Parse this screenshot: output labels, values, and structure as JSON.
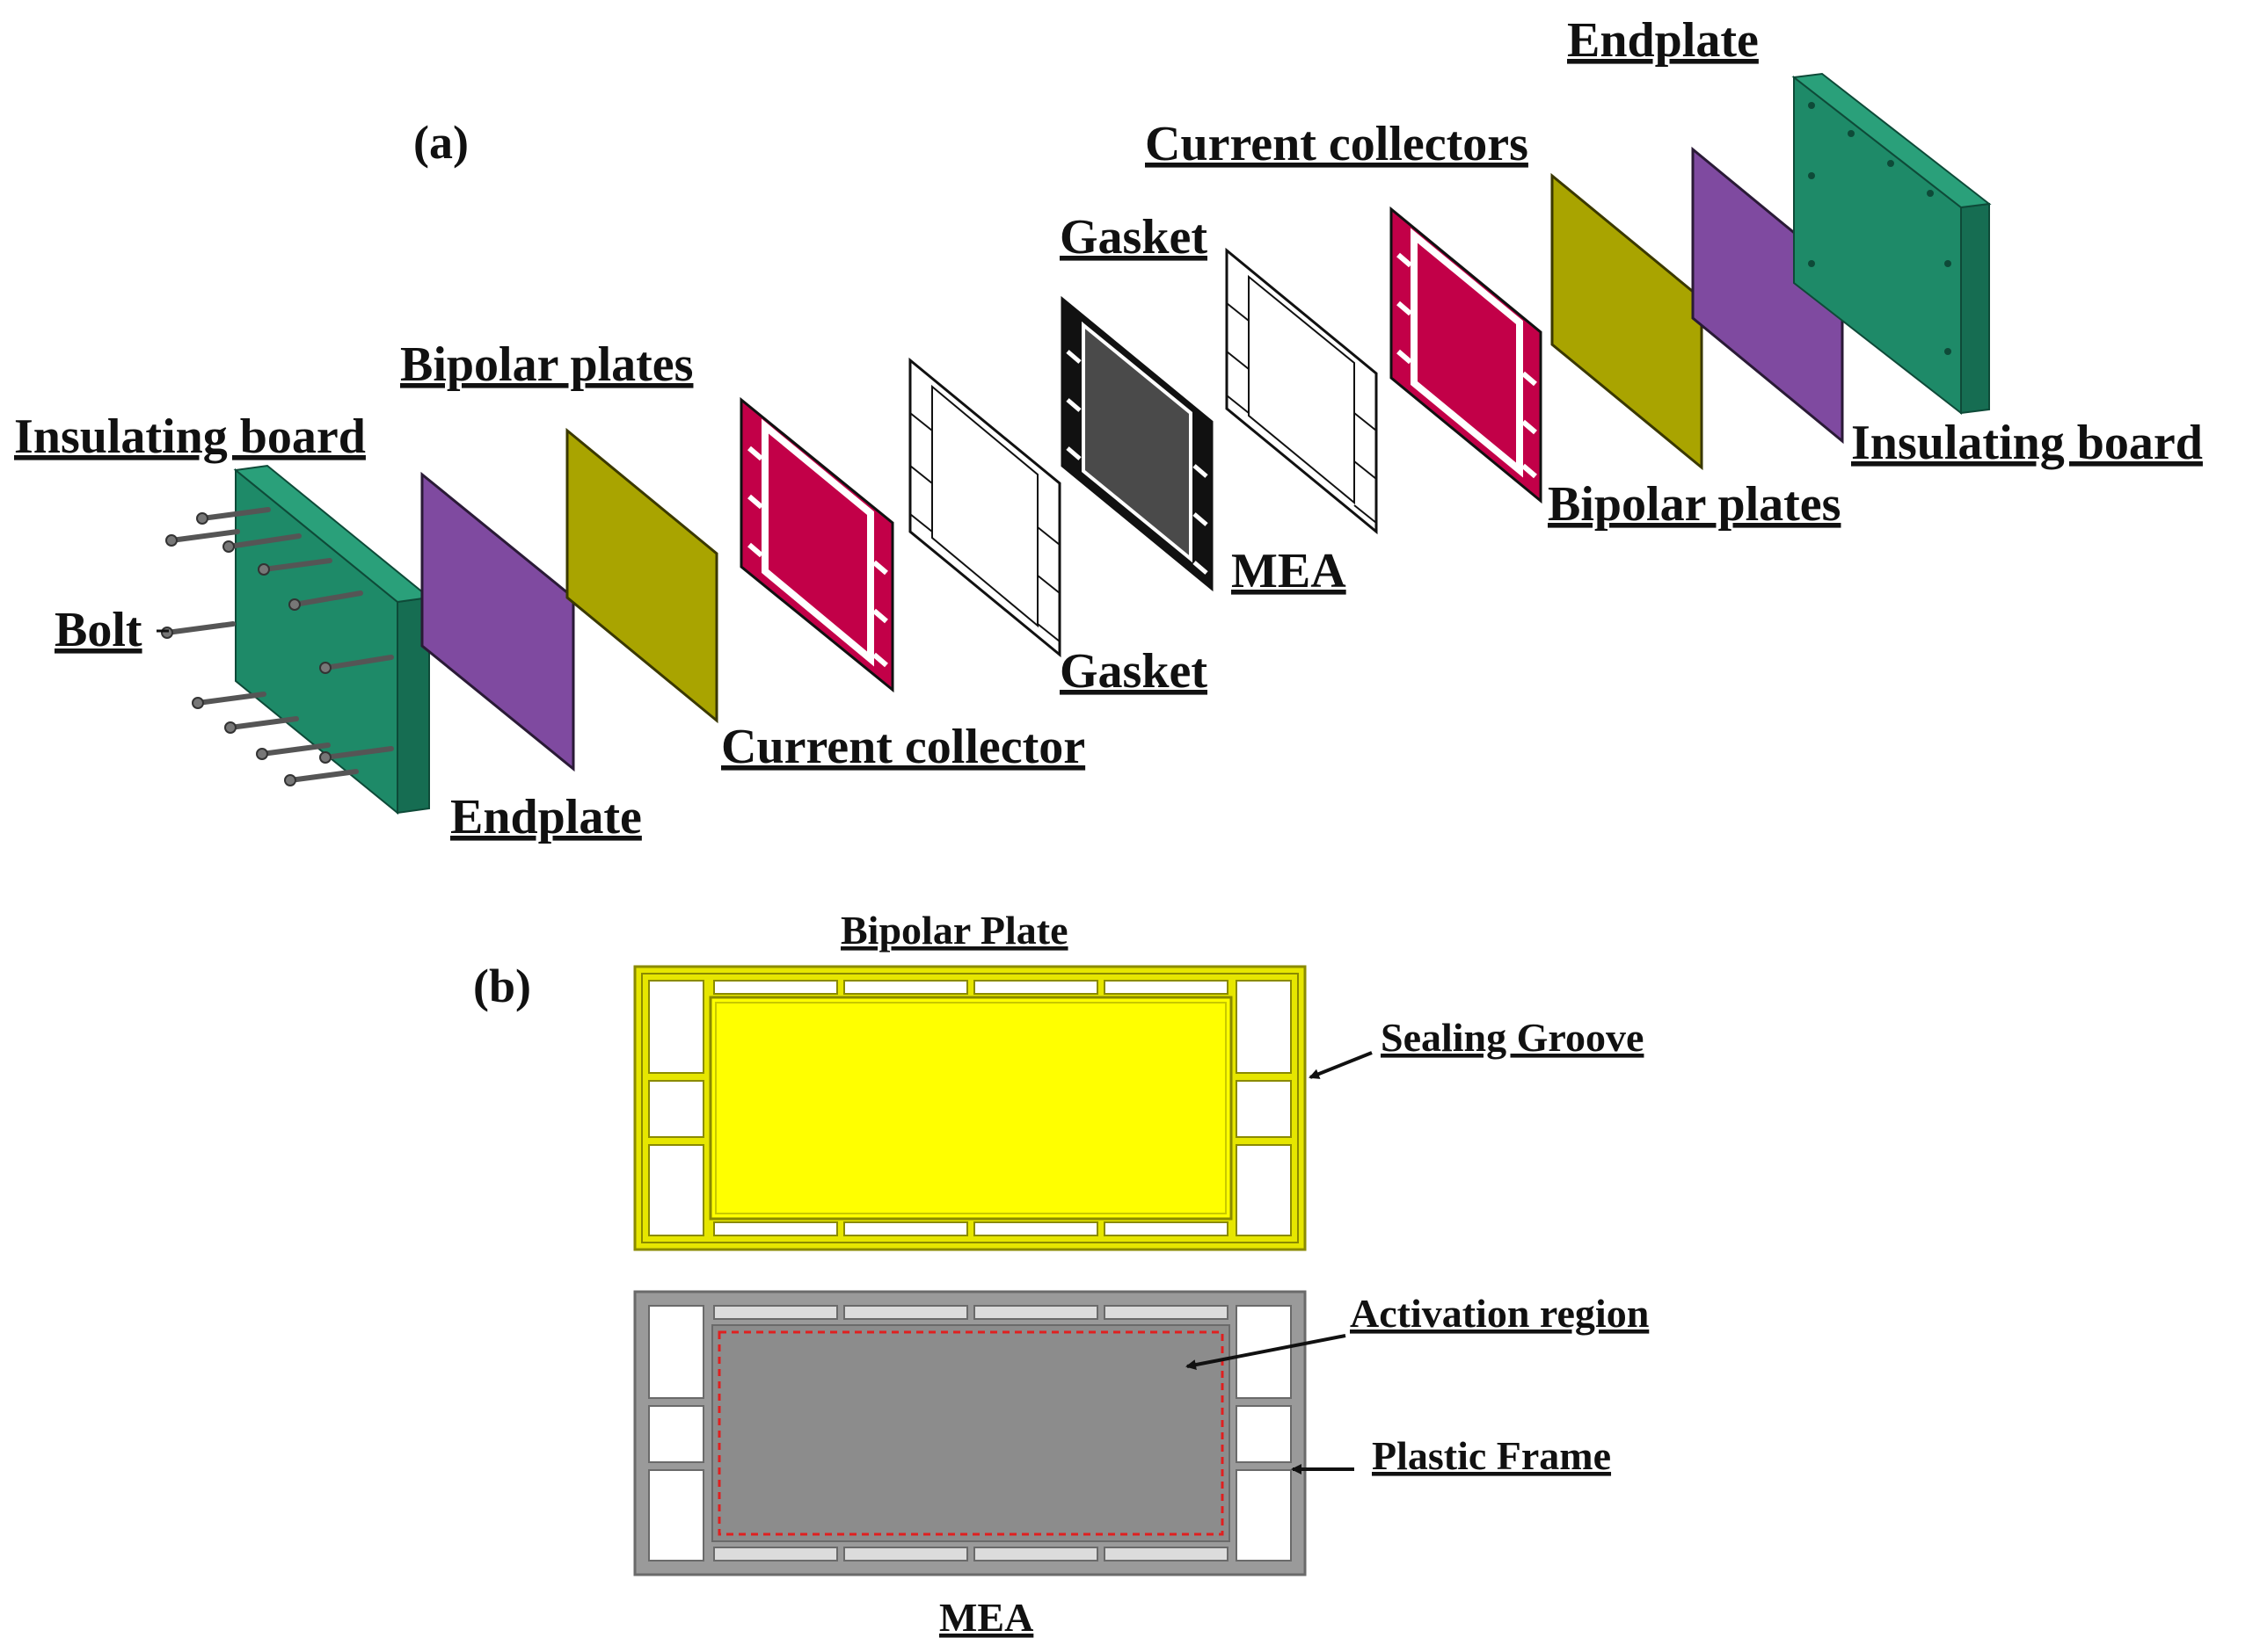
{
  "panel_a": {
    "tag": "(a)",
    "labels": {
      "insulating_board_left": "Insulating board",
      "bolt": "Bolt",
      "endplate_left": "Endplate",
      "bipolar_plates_left": "Bipolar plates",
      "current_collector": "Current collector",
      "gasket_lower": "Gasket",
      "gasket_upper": "Gasket",
      "mea": "MEA",
      "current_collectors": "Current collectors",
      "bipolar_plates_right": "Bipolar plates",
      "endplate_right": "Endplate",
      "insulating_board_right": "Insulating board"
    }
  },
  "panel_b": {
    "tag": "(b)",
    "labels": {
      "bipolar_plate": "Bipolar Plate",
      "sealing_groove": "Sealing Groove",
      "activation_region": "Activation region",
      "plastic_frame": "Plastic Frame",
      "mea": "MEA"
    }
  },
  "colors": {
    "insulating_board": "#1e8a68",
    "endplate": "#7f4aa0",
    "current_collector": "#a9a400",
    "bipolar_plate": "#c20048",
    "mea_core": "#4a4a4a",
    "sealing_plate": "#ffff00",
    "mea_frame": "#9a9a9a"
  }
}
